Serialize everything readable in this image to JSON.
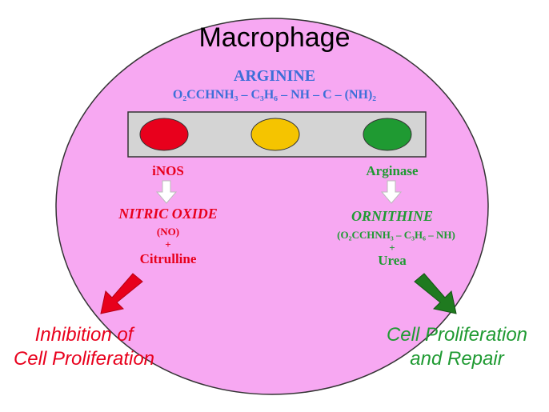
{
  "title": "Macrophage",
  "substrate": {
    "name": "ARGININE",
    "formula": "O₂CCHNH₃ – C₃H₆ – NH – C – (NH)₂"
  },
  "left_pathway": {
    "enzyme": "iNOS",
    "product": "NITRIC OXIDE",
    "product_abbr": "(NO)",
    "plus": "+",
    "byproduct": "Citrulline",
    "outcome_line1": "Inhibition of",
    "outcome_line2": "Cell Proliferation"
  },
  "right_pathway": {
    "enzyme": "Arginase",
    "product": "ORNITHINE",
    "product_formula": "(O₂CCHNH₃ – C₃H₆ – NH)",
    "plus": "+",
    "byproduct": "Urea",
    "outcome_line1": "Cell Proliferation",
    "outcome_line2": "and Repair"
  },
  "colors": {
    "cell_fill": "#f7a8f2",
    "bar_fill": "#d4d4d4",
    "red": "#e8001c",
    "yellow": "#f5c400",
    "green": "#1f9a32",
    "blue": "#3d6fd8"
  }
}
